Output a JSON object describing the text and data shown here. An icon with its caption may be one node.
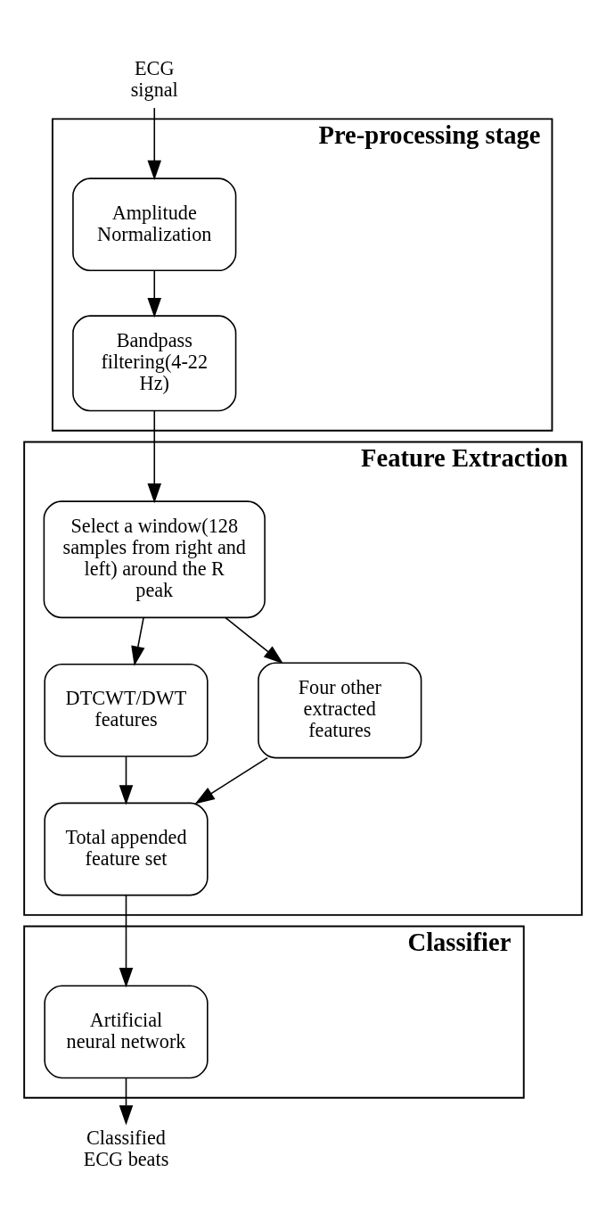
{
  "diagram": {
    "nodes": [
      {
        "text": [
          "Pre-processing stage"
        ]
      },
      {
        "text": [
          "ECG signal"
        ]
      },
      {
        "text": [
          "Amplitude Normalization"
        ],
        "in": 0
      },
      {
        "text": [
          "Bandpass filtering(4-22 Hz)"
        ],
        "in": 0
      },
      {
        "text": [
          "Feature Extraction"
        ]
      },
      {
        "text": [
          "Select a window(128 samples from right and left) around the R peak"
        ],
        "in": 4
      },
      {
        "text": [
          "DTCWT/DWT features"
        ],
        "in": 4
      },
      {
        "text": [
          "Four other extracted features"
        ],
        "in": 4
      },
      {
        "text": [
          "Total appended feature set"
        ],
        "in": 4
      },
      {
        "text": [
          "Classifier"
        ]
      },
      {
        "text": [
          "Artificial neural network"
        ],
        "in": 9
      },
      {
        "text": [
          "Classified ECG beats"
        ]
      }
    ],
    "edges": [
      {
        "from": 1,
        "to": 2,
        "arrow": "to"
      },
      {
        "from": 2,
        "to": 3,
        "arrow": "to"
      },
      {
        "from": 3,
        "to": 5,
        "arrow": "to"
      },
      {
        "from": 5,
        "to": 6,
        "arrow": "to"
      },
      {
        "from": 5,
        "to": 7,
        "arrow": "to"
      },
      {
        "from": 6,
        "to": 8,
        "arrow": "to"
      },
      {
        "from": 7,
        "to": 8,
        "arrow": "to"
      },
      {
        "from": 8,
        "to": 10,
        "arrow": "to"
      },
      {
        "from": 10,
        "to": 11,
        "arrow": "to"
      }
    ]
  }
}
